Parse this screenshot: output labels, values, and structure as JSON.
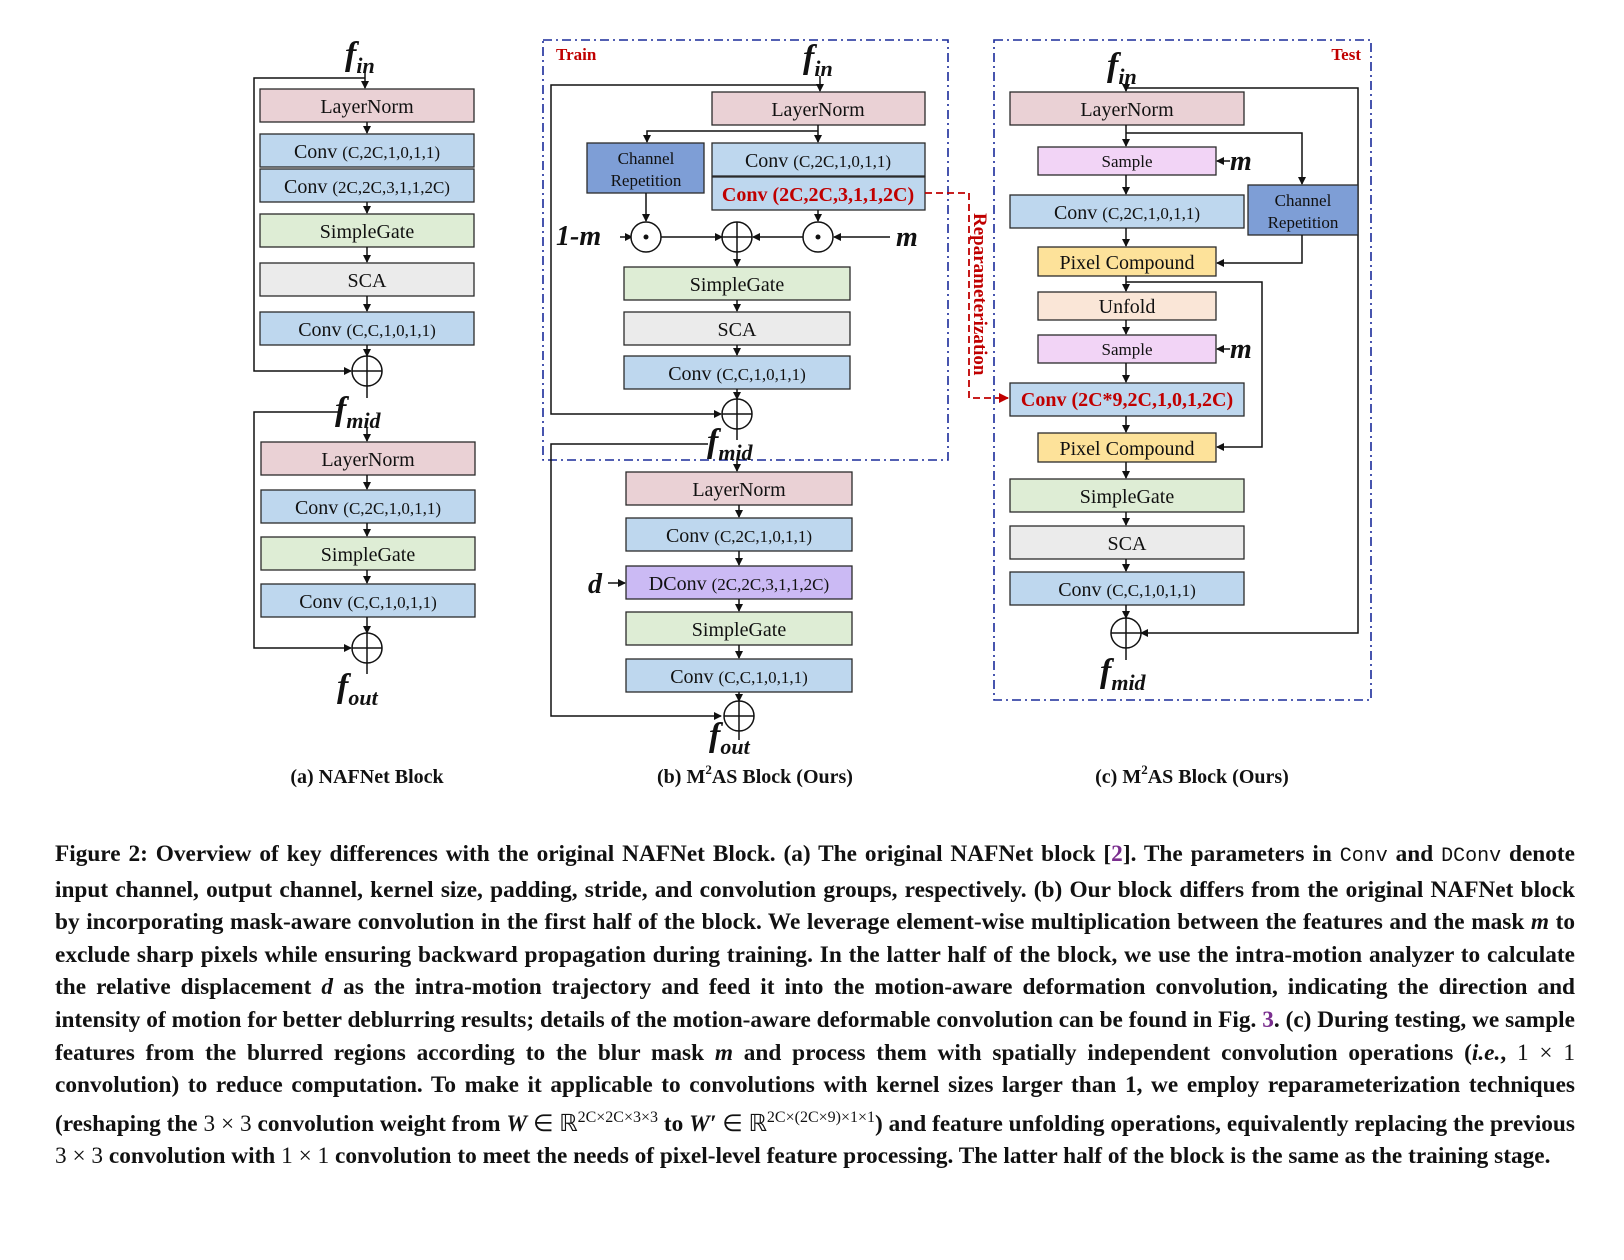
{
  "figure": {
    "subcaptions": {
      "a": "(a) NAFNet Block",
      "b_pre": "(b) M",
      "b_post": "AS Block (Ours)",
      "c_pre": "(c) M",
      "c_post": "AS Block (Ours)",
      "sup": "2"
    },
    "panel_tags": {
      "train": "Train",
      "test": "Test"
    },
    "reparam_label": "Reparameterization",
    "vars": {
      "f": "f",
      "in": "in",
      "mid": "mid",
      "out": "out",
      "m": "m",
      "one_minus_m": "1-m",
      "d": "d"
    },
    "panel_a": {
      "layernorm1": "LayerNorm",
      "conv_1x1": "Conv",
      "conv_1x1_params": "(C,2C,1,0,1,1)",
      "conv_3x3": "Conv",
      "conv_3x3_params": "(2C,2C,3,1,1,2C)",
      "simplegate1": "SimpleGate",
      "sca": "SCA",
      "conv_out1": "Conv",
      "conv_out1_params": "(C,C,1,0,1,1)",
      "layernorm2": "LayerNorm",
      "conv_ffn": "Conv",
      "conv_ffn_params": "(C,2C,1,0,1,1)",
      "simplegate2": "SimpleGate",
      "conv_out2": "Conv",
      "conv_out2_params": "(C,C,1,0,1,1)"
    },
    "panel_b": {
      "layernorm1": "LayerNorm",
      "channel_rep_1": "Channel",
      "channel_rep_2": "Repetition",
      "conv_1x1": "Conv",
      "conv_1x1_params": "(C,2C,1,0,1,1)",
      "conv_3x3_red": "Conv (2C,2C,3,1,1,2C)",
      "simplegate1": "SimpleGate",
      "sca": "SCA",
      "conv_out1": "Conv",
      "conv_out1_params": "(C,C,1,0,1,1)",
      "layernorm2": "LayerNorm",
      "conv_ffn": "Conv",
      "conv_ffn_params": "(C,2C,1,0,1,1)",
      "dconv": "DConv",
      "dconv_params": "(2C,2C,3,1,1,2C)",
      "simplegate2": "SimpleGate",
      "conv_out2": "Conv",
      "conv_out2_params": "(C,C,1,0,1,1)"
    },
    "panel_c": {
      "layernorm": "LayerNorm",
      "sample1": "Sample",
      "conv_1x1": "Conv",
      "conv_1x1_params": "(C,2C,1,0,1,1)",
      "channel_rep_1": "Channel",
      "channel_rep_2": "Repetition",
      "pixel_compound1": "Pixel Compound",
      "unfold": "Unfold",
      "sample2": "Sample",
      "conv_red": "Conv (2C*9,2C,1,0,1,2C)",
      "pixel_compound2": "Pixel Compound",
      "simplegate": "SimpleGate",
      "sca": "SCA",
      "conv_out": "Conv",
      "conv_out_params": "(C,C,1,0,1,1)"
    },
    "colors": {
      "layernorm": "#ead1d5",
      "conv": "#bed7ee",
      "simplegate": "#deedd5",
      "sca": "#ebebeb",
      "channel_rep": "#7e9ed6",
      "dconv": "#cbbaf4",
      "sample": "#f2d4f6",
      "pixel_compound": "#fde29a",
      "unfold": "#fae6d7",
      "accent_red": "#c00000",
      "frame_blue": "#1a2b9a"
    }
  },
  "caption": {
    "p1": "Figure 2: Overview of key differences with the original NAFNet Block. (a) The original NAFNet block [",
    "ref1": "2",
    "p2": "]. The parameters in ",
    "code_conv": "Conv",
    "p3": " and ",
    "code_dconv": "DConv",
    "p4": " denote input channel, output channel, kernel size, padding, stride, and convolution groups, respectively. (b) Our block differs from the original NAFNet block by incorporating mask-aware convolution in the first half of the block. We leverage element-wise multiplication between the features and the mask ",
    "m1": "m",
    "p5": " to exclude sharp pixels while ensuring backward propagation during training. In the latter half of the block, we use the intra-motion analyzer to calculate the relative displacement ",
    "d1": "d",
    "p6": " as the intra-motion trajectory and feed it into the motion-aware deformation convolution, indicating the direction and intensity of motion for better deblurring results; details of the motion-aware deformable convolution can be found in Fig. ",
    "ref2": "3",
    "p7": ". (c) During testing, we sample features from the blurred regions according to the blur mask ",
    "m2": "m",
    "p8": " and process them with spatially independent convolution operations (",
    "ie": "i.e.",
    "p9": ", ",
    "math1": "1 × 1",
    "p10": " convolution) to reduce computation. To make it applicable to convolutions with kernel sizes larger than 1, we employ reparameterization techniques (reshaping the ",
    "math2": "3 × 3",
    "p11": " convolution weight from ",
    "W": "W",
    "in1": " ∈ ℝ",
    "sup1": "2C×2C×3×3",
    "p12": " to ",
    "Wp": "W′",
    "in2": " ∈ ℝ",
    "sup2": "2C×(2C×9)×1×1",
    "p13": ") and feature unfolding operations, equivalently replacing the previous ",
    "math3": "3 × 3",
    "p14": " convolution with ",
    "math4": "1 × 1",
    "p15": " convolution to meet the needs of pixel-level feature processing. The latter half of the block is the same as the training stage."
  }
}
